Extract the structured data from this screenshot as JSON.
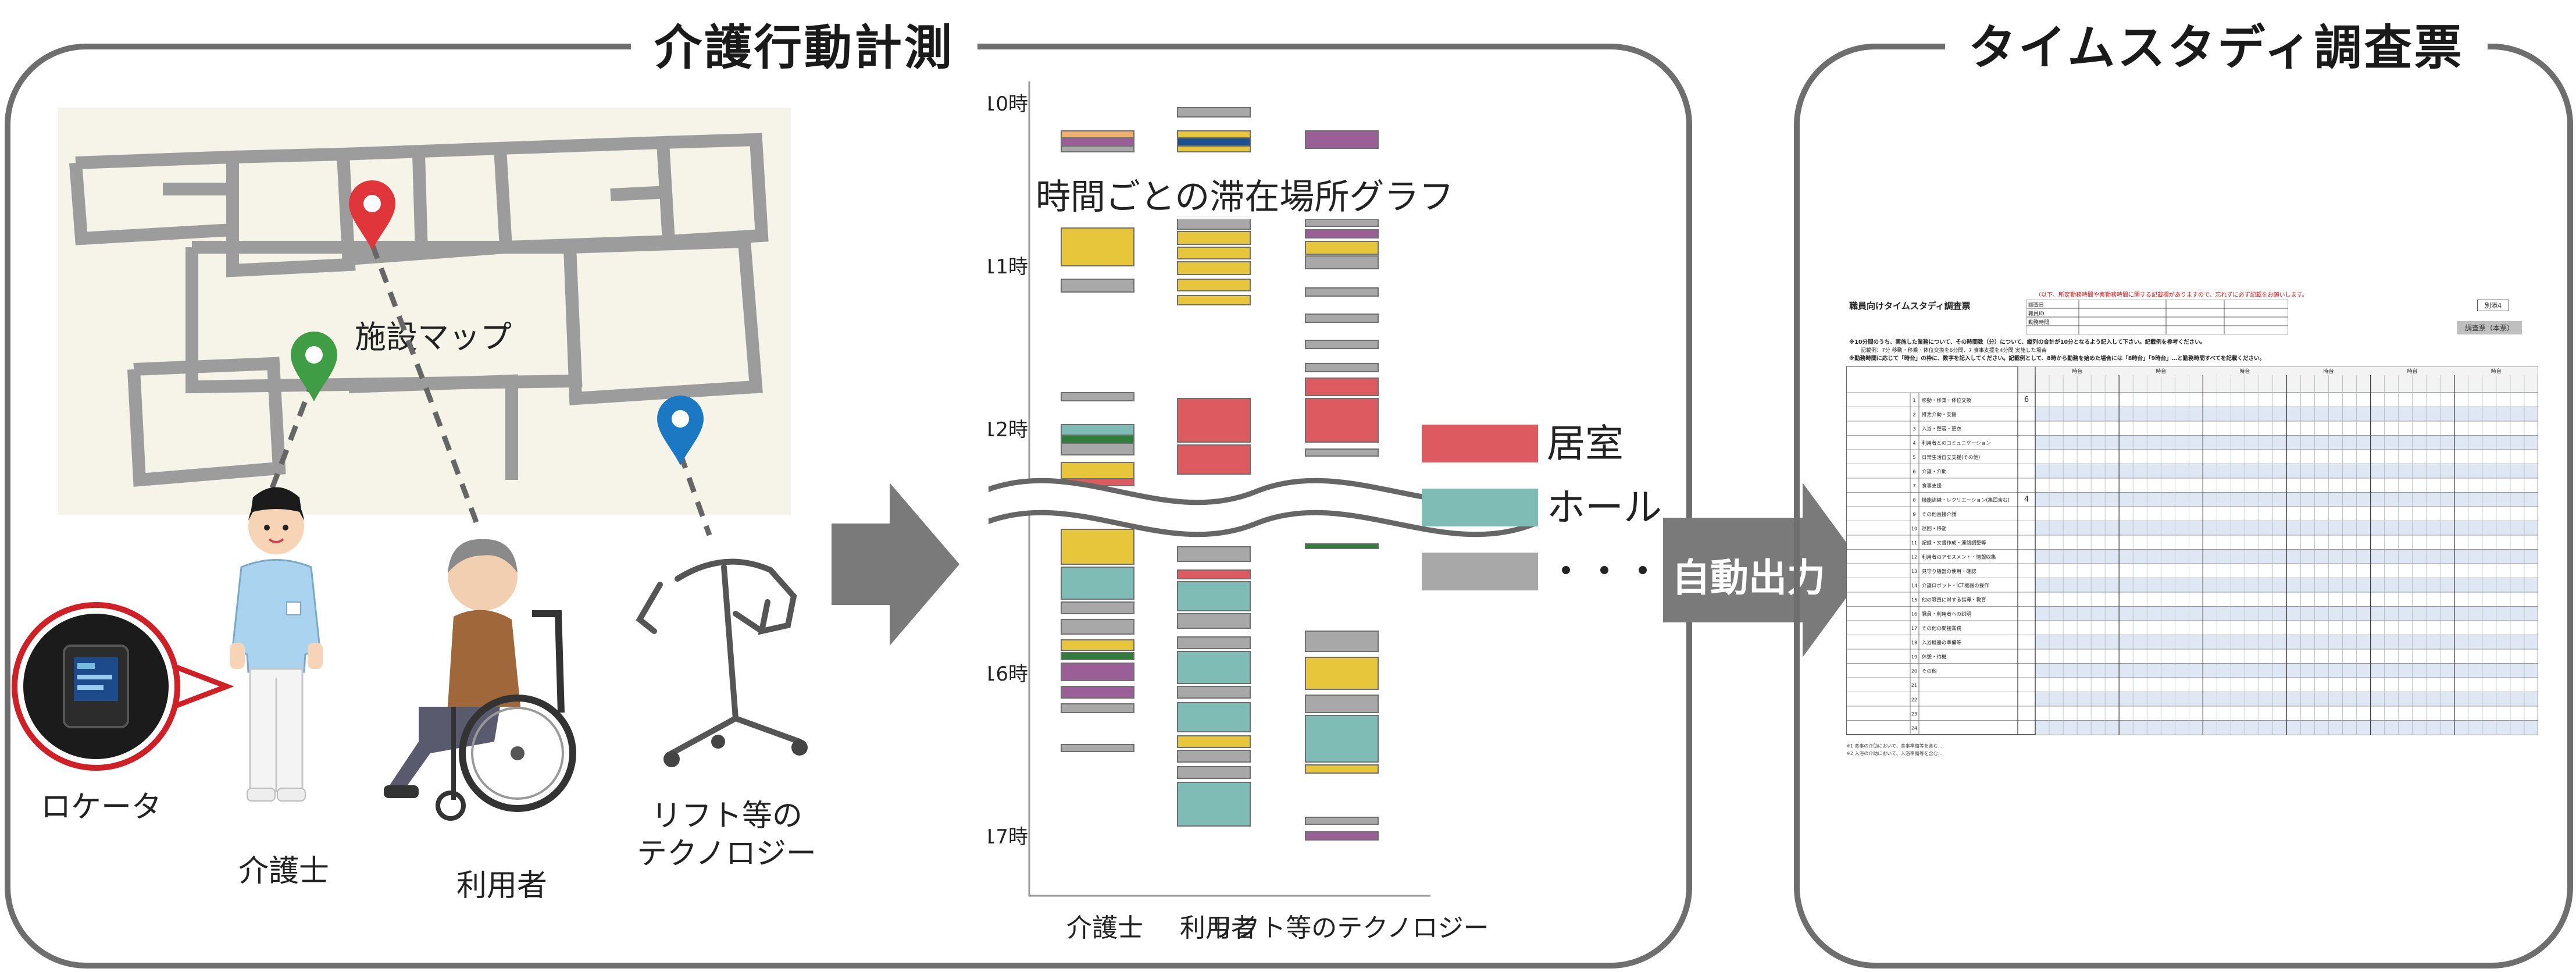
{
  "left_panel": {
    "title": "介護行動計測",
    "map_label": "施設マップ",
    "locator_label": "ロケータ",
    "caregiver_label": "介護士",
    "user_label": "利用者",
    "lift_label_line1": "リフト等の",
    "lift_label_line2": "テクノロジー"
  },
  "chart_panel": {
    "title": "時間ごとの滞在場所グラフ"
  },
  "chart_data": {
    "type": "bar",
    "title": "時間ごとの滞在場所グラフ",
    "categories": [
      "介護士",
      "利用者",
      "リフト等のテクノロジー"
    ],
    "y_tick_labels": [
      "10時",
      "11時",
      "12時",
      "16時",
      "17時"
    ],
    "axis_break": "12時台〜16時の間を省略",
    "legend": [
      {
        "name": "居室",
        "color": "#de5a61"
      },
      {
        "name": "ホール",
        "color": "#7fbcb6"
      },
      {
        "name": "・・・",
        "color": "#a8a8a8"
      }
    ],
    "other_colors": {
      "yellow": "#e8c63b",
      "purple": "#9a5f97",
      "green": "#2f7d3a",
      "blue": "#1f4f8c",
      "orange": "#f0b070"
    }
  },
  "arrow_label": "自動出力",
  "right_panel": {
    "title": "タイムスタディ調査票",
    "doc_title": "職員向けタイムスタディ調査票",
    "doc_red_note": "（以下、所定勤務時間や実勤務時間に関する記載欄がありますので、忘れずに必ず記載をお願いします。",
    "doc_badge": "別添4",
    "doc_stamp": "調査票（本票）",
    "doc_instr1": "※10分間のうち、実施した業務について、その時間数（分）について、縦列の合計が10分となるよう記入して下さい。記載例を参考ください。",
    "doc_instr2": "記載例：7分 移動・移乗・体位交換を6分間、7 食事支援を4分間 実施した場合",
    "doc_instr3": "※勤務時間に応じて「時台」の枠に、数字を記入してください。記載例として、8時から勤務を始めた場合には「8時台」「9時台」…と勤務時間すべてを記載ください。",
    "doc_header_cells": [
      "調査日",
      "職員ID",
      "勤務時間",
      "時台",
      "時台",
      "時台",
      "時台",
      "時台",
      "時台"
    ],
    "doc_rows": [
      "移動・移乗・体位交換",
      "排泄介助・支援",
      "入浴・整容・更衣",
      "利用者とのコミュニケーション",
      "日常生活自立支援(その他)",
      "介護・介助",
      "食事支援",
      "機能訓練・レクリエーション(集団含む)",
      "その他直接介護",
      "巡回・移動",
      "記録・文書作成・連絡調整等",
      "利用者のアセスメント・情報収集",
      "見守り機器の使用・確認",
      "介護ロボット・ICT機器の操作",
      "他の職員に対する指導・教育",
      "職員・利用者への説明",
      "その他の間接業務",
      "入浴機器の準備等",
      "休憩・待機",
      "その他"
    ],
    "doc_row_numbers": [
      "1",
      "2",
      "3",
      "4",
      "5",
      "6",
      "7",
      "8",
      "9",
      "10",
      "11",
      "12",
      "13",
      "14",
      "15",
      "16",
      "17",
      "18",
      "19",
      "20",
      "21",
      "22",
      "23",
      "24"
    ],
    "doc_example_values": [
      "6",
      "4"
    ],
    "doc_footnote1": "※1 食事の介助において、食事準備等を含む…",
    "doc_footnote2": "※2 入浴の介助において、入浴準備等を含む…"
  }
}
